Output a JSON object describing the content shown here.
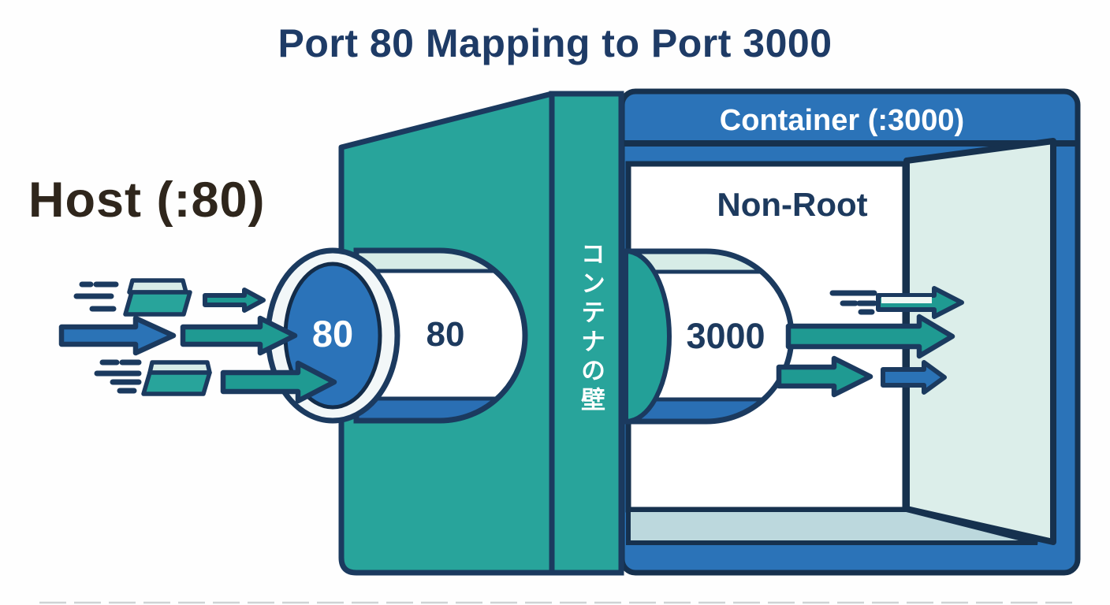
{
  "title": "Port 80 Mapping to Port 3000",
  "host": {
    "label": "Host (:80)",
    "port_face": "80",
    "port_tunnel": "80"
  },
  "wall": {
    "vertical_label": "コンテナの壁"
  },
  "container": {
    "header": "Container (:3000)",
    "user_label": "Non-Root",
    "port": "3000"
  },
  "icons": {
    "packet_folder": "folder-shape",
    "speed_lines": "motion-dashes",
    "traffic_arrow": "right-arrow"
  },
  "colors": {
    "teal_wall": "#28a49b",
    "teal_arrow": "#1f9a92",
    "blue": "#2b73b8",
    "blue_stripe": "#2a6fb4",
    "navy_outline": "#1b3a5f",
    "title_navy": "#1e3b66",
    "host_text": "#2f261c",
    "mint": "#d7ece7",
    "door_mint": "#dceeea",
    "floor": "#bcd8dd",
    "white": "#ffffff"
  }
}
